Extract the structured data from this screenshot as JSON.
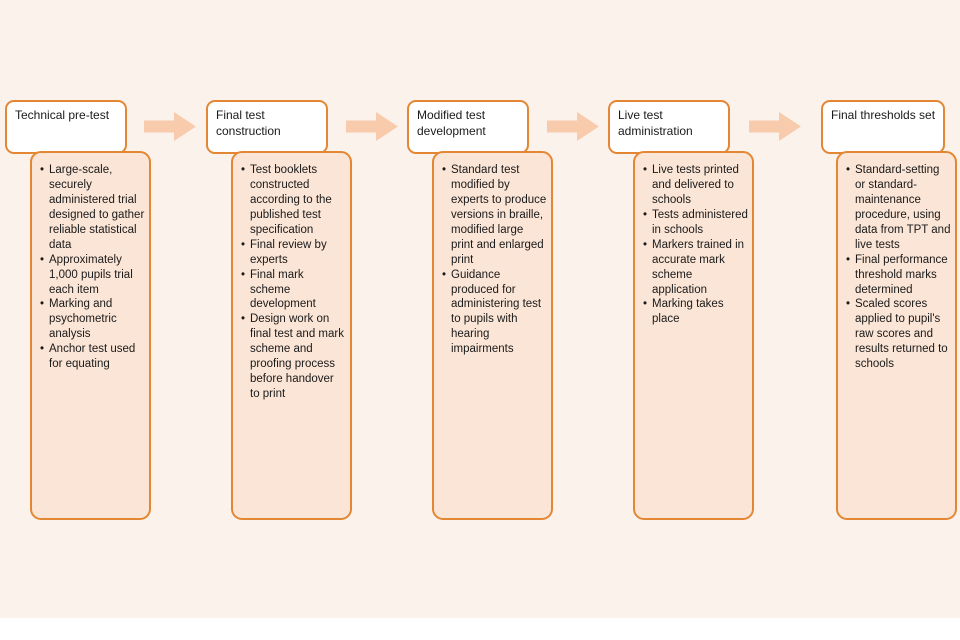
{
  "colors": {
    "border": "#E48734",
    "body_fill": "#FBE5D6",
    "arrow_fill": "#F8CBAD",
    "header_fill": "#FFFFFF",
    "background": "#FCF2EC",
    "text": "#1A1A1A"
  },
  "stages": [
    {
      "title": "Technical pre-test",
      "bullets": [
        "Large-scale, securely administered trial designed to gather reliable statistical data",
        "Approximately 1,000 pupils trial each item",
        "Marking and psychometric analysis",
        "Anchor test used for equating"
      ]
    },
    {
      "title": "Final test construction",
      "bullets": [
        "Test booklets constructed according to the published test specification",
        "Final review by experts",
        "Final mark scheme development",
        "Design work on final test and mark scheme and proofing process before handover to print"
      ]
    },
    {
      "title": "Modified test development",
      "bullets": [
        "Standard test modified by experts to produce versions in braille, modified large print and enlarged print",
        "Guidance produced for administering test to pupils with hearing impairments"
      ]
    },
    {
      "title": "Live test administration",
      "bullets": [
        "Live tests printed and delivered to schools",
        "Tests administered in schools",
        "Markers trained in accurate mark scheme application",
        "Marking takes place"
      ]
    },
    {
      "title": "Final thresholds set",
      "bullets": [
        "Standard-setting or standard-maintenance procedure, using data from TPT and live tests",
        "Final performance threshold marks determined",
        "Scaled scores applied to pupil's raw scores and results returned to schools"
      ]
    }
  ]
}
